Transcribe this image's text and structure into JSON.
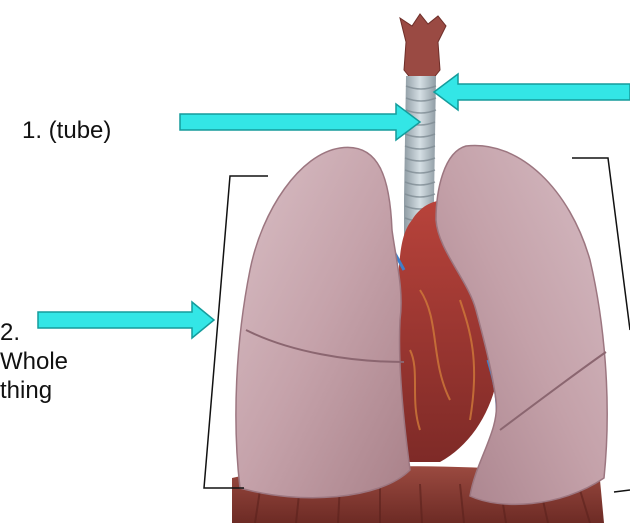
{
  "labels": {
    "tube": "1. (tube)",
    "whole_number": "2.",
    "whole_line1": "Whole",
    "whole_line2": "thing"
  },
  "colors": {
    "arrow": "#33e6e6",
    "lung": "#c7a5ad",
    "trachea": "#b7c4cc",
    "heart": "#a83b36",
    "bracket": "#111111"
  }
}
